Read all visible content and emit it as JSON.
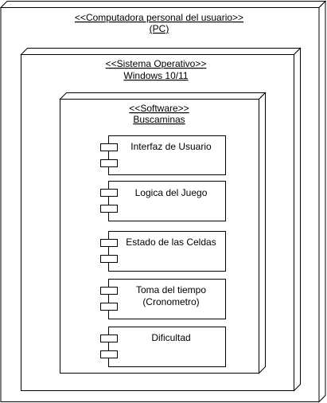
{
  "nodes": [
    {
      "id": "pc",
      "stereotype": "<<Computadora personal del usuario>>",
      "name": "(PC)"
    },
    {
      "id": "os",
      "stereotype": "<<Sistema Operativo>>",
      "name": "Windows 10/11"
    },
    {
      "id": "sw",
      "stereotype": "<<Software>>",
      "name": "Buscaminas"
    }
  ],
  "components": [
    {
      "id": "ui",
      "lines": [
        "Interfaz de Usuario"
      ]
    },
    {
      "id": "logic",
      "lines": [
        "Logica del Juego"
      ]
    },
    {
      "id": "cells",
      "lines": [
        "Estado de las Celdas"
      ]
    },
    {
      "id": "time",
      "lines": [
        "Toma del tiempo",
        "(Cronometro)"
      ]
    },
    {
      "id": "diff",
      "lines": [
        "Dificultad"
      ]
    }
  ]
}
